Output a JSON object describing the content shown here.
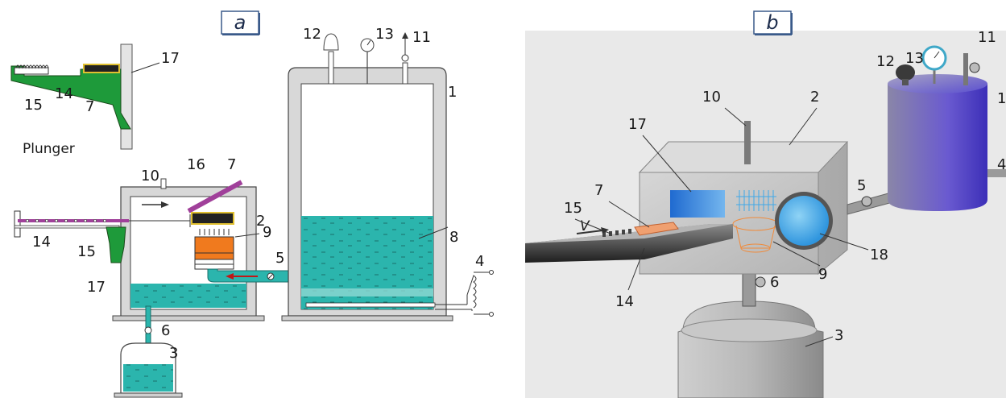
{
  "panels": {
    "a": {
      "label": "a"
    },
    "b": {
      "label": "b"
    }
  },
  "panel_a": {
    "plunger_text": "Plunger",
    "labels": {
      "n1": "1",
      "n2": "2",
      "n3": "3",
      "n4": "4",
      "n5": "5",
      "n6": "6",
      "n7_top": "7",
      "n7_mid": "7",
      "n8": "8",
      "n9": "9",
      "n10": "10",
      "n11": "11",
      "n12": "12",
      "n13": "13",
      "n14_top": "14",
      "n14_mid": "14",
      "n15_top": "15",
      "n15_mid": "15",
      "n16": "16",
      "n17_top": "17",
      "n17_mid": "17"
    }
  },
  "panel_b": {
    "velocity_symbol": "V",
    "labels": {
      "n1": "1",
      "n2": "2",
      "n3": "3",
      "n4": "4",
      "n5": "5",
      "n6": "6",
      "n7": "7",
      "n9": "9",
      "n10": "10",
      "n11": "11",
      "n12": "12",
      "n13": "13",
      "n14": "14",
      "n15": "15",
      "n17": "17",
      "n18": "18"
    }
  },
  "colors": {
    "liquid": "#2bb5ad",
    "liquid_light": "#8fd8d2",
    "plunger": "#1e9a3a",
    "heater": "#f07a1e",
    "plate": "#a0409a",
    "vessel_wall": "#e8e8e8",
    "panel_bg": "#e9e9e9",
    "tank_purple": "#5c4ec9",
    "sample_blue": "#2a78d8",
    "window_blue": "#3fa8e8"
  }
}
